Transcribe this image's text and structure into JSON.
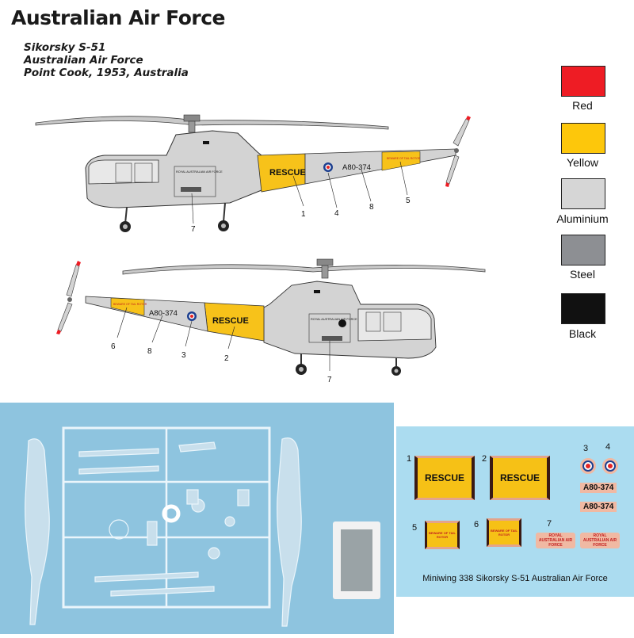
{
  "header": {
    "title": "Australian Air Force",
    "subtitle_lines": [
      "Sikorsky S-51",
      "Australian Air Force",
      "Point Cook, 1953, Australia"
    ]
  },
  "profile_top": {
    "rescue_text": "RESCUE",
    "serial": "A80-374",
    "cabin_text": "ROYAL AUSTRALIAN AIR FORCE",
    "warning_text": "BEWARE OF TAIL ROTOR",
    "callouts": [
      "1",
      "4",
      "8",
      "5",
      "7"
    ]
  },
  "profile_bottom": {
    "rescue_text": "RESCUE",
    "serial": "A80-374",
    "cabin_text": "ROYAL AUSTRALIAN AIR FORCE",
    "warning_text": "BEWARE OF TAIL ROTOR",
    "callouts": [
      "6",
      "8",
      "3",
      "2",
      "7"
    ]
  },
  "legend": [
    {
      "label": "Red",
      "color": "#ee1c24"
    },
    {
      "label": "Yellow",
      "color": "#fdc70b"
    },
    {
      "label": "Aluminium",
      "color": "#d6d6d6"
    },
    {
      "label": "Steel",
      "color": "#8d8f93"
    },
    {
      "label": "Black",
      "color": "#111111"
    }
  ],
  "decal_sheet": {
    "numbers": [
      "1",
      "2",
      "3",
      "4",
      "5",
      "6",
      "7"
    ],
    "rescue": "RESCUE",
    "serial": "A80-374",
    "warning": "BEWARE OF TAIL ROTOR",
    "raf": "ROYAL AUSTRALIAN AIR FORCE",
    "caption": "Miniwing 338 Sikorsky S-51 Australian Air Force"
  }
}
